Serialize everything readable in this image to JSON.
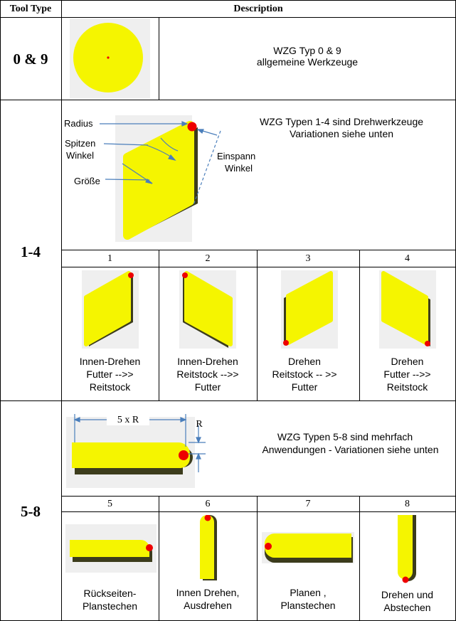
{
  "header": {
    "tool_type": "Tool Type",
    "description": "Description"
  },
  "row_09": {
    "label": "0 & 9",
    "desc_line1": "WZG Typ 0 & 9",
    "desc_line2": "allgemeine Werkzeuge"
  },
  "row_14": {
    "label": "1-4",
    "desc_line1": "WZG Typen 1-4 sind Drehwerkzeuge",
    "desc_line2": "Variationen siehe unten",
    "annotations": {
      "radius": "Radius",
      "spitzen": "Spitzen",
      "winkel": "Winkel",
      "groesse": "Größe",
      "einspann": "Einspann",
      "einspann_winkel": "Winkel"
    },
    "variants": [
      {
        "number": "1",
        "line1": "Innen-Drehen",
        "line2": "Futter -->>",
        "line3": "Reitstock"
      },
      {
        "number": "2",
        "line1": "Innen-Drehen",
        "line2": "Reitstock -->>",
        "line3": "Futter"
      },
      {
        "number": "3",
        "line1": "Drehen",
        "line2": "Reitstock -- >>",
        "line3": "Futter"
      },
      {
        "number": "4",
        "line1": "Drehen",
        "line2": "Futter -->>",
        "line3": "Reitstock"
      }
    ]
  },
  "row_58": {
    "label": "5-8",
    "desc_line1": "WZG Typen 5-8 sind mehrfach",
    "desc_line2": "Anwendungen - Variationen siehe unten",
    "annotations": {
      "length": "5 x R",
      "radius": "R"
    },
    "variants": [
      {
        "number": "5",
        "line1": "Rückseiten-",
        "line2": "Planstechen"
      },
      {
        "number": "6",
        "line1": "Innen Drehen,",
        "line2": "Ausdrehen"
      },
      {
        "number": "7",
        "line1": "Planen ,",
        "line2": "Planstechen"
      },
      {
        "number": "8",
        "line1": "Drehen und",
        "line2": "Abstechen"
      }
    ]
  },
  "colors": {
    "insert": "#f5f500",
    "shadow": "#3c3c1c",
    "tip": "#ee0000",
    "backdrop": "#efefef",
    "annotation_line": "#4a7ebb"
  }
}
